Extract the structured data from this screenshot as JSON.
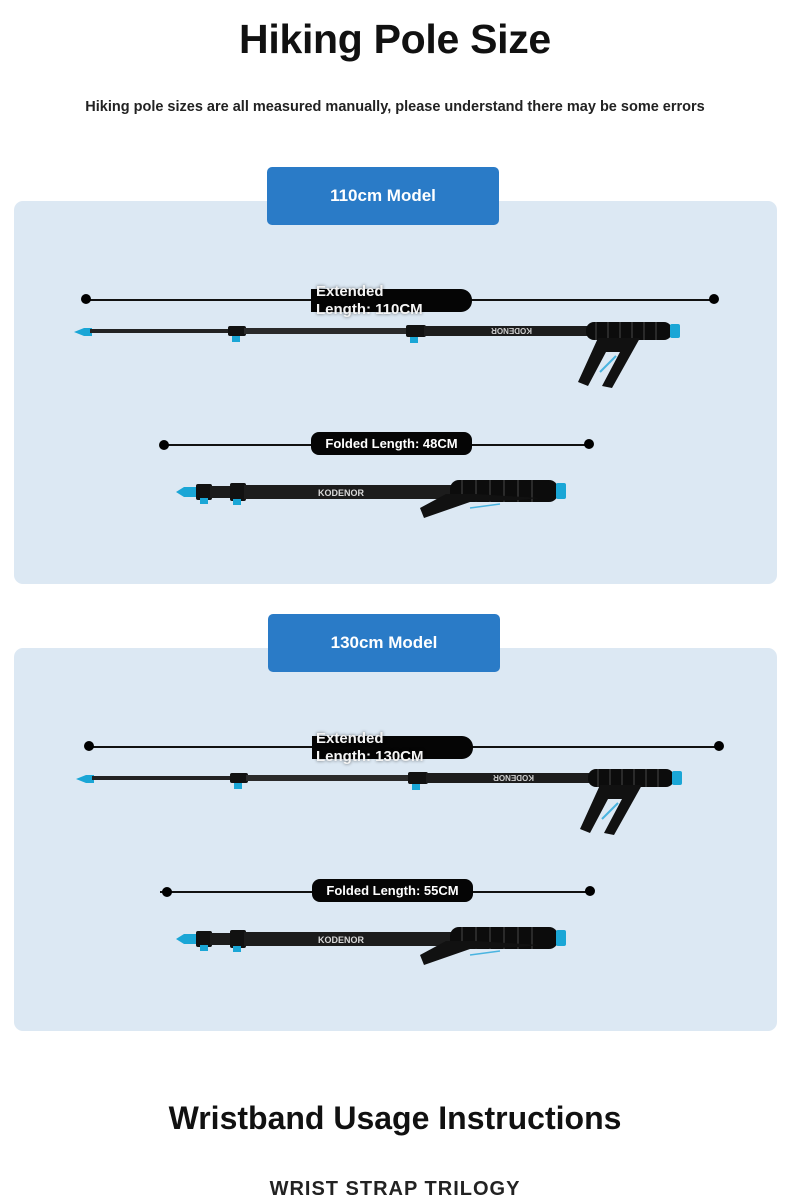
{
  "title": "Hiking Pole Size",
  "subtitle": "Hiking pole sizes are all measured manually, please understand there may be some errors",
  "models": [
    {
      "name": "110cm Model",
      "extended_label_line1": "Extended",
      "extended_label_line2": "Length: 110CM",
      "folded_label": "Folded Length: 48CM"
    },
    {
      "name": "130cm Model",
      "extended_label_line1": "Extended",
      "extended_label_line2": "Length: 130CM",
      "folded_label": "Folded Length: 55CM"
    }
  ],
  "brand_text": "KODENOR",
  "wristband": {
    "title": "Wristband Usage Instructions",
    "subtitle": "WRIST STRAP TRILOGY"
  },
  "colors": {
    "accent": "#2a7bc7",
    "panel": "#dce8f3",
    "tip": "#1aa6d6"
  },
  "icons": [
    "hiking-pole-extended-icon",
    "hiking-pole-folded-icon"
  ]
}
